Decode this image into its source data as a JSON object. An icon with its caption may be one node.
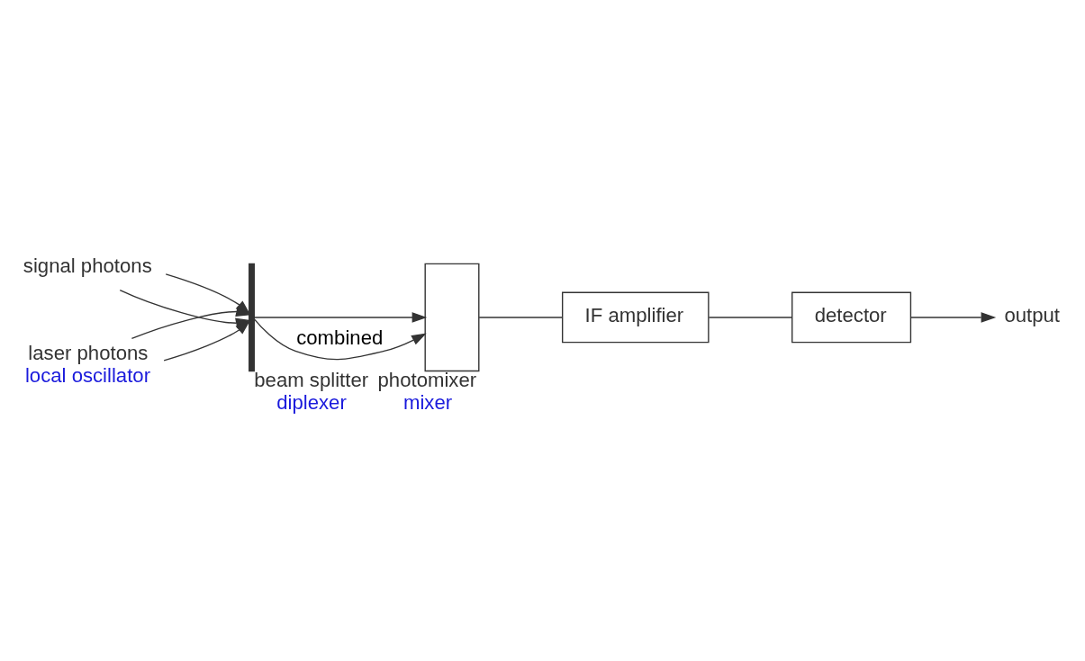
{
  "diagram": {
    "nodes": [
      {
        "text": [
          "signal photons"
        ]
      },
      {
        "text": [
          "laser photons",
          "local oscillator"
        ]
      },
      {
        "text": [],
        "shape": "bar",
        "beside": [
          "beam splitter",
          "diplexer"
        ]
      },
      {
        "text": [],
        "shape": "box",
        "beside": [
          "photomixer",
          "mixer"
        ]
      },
      {
        "text": [
          "IF amplifier"
        ]
      },
      {
        "text": [
          "detector"
        ]
      },
      {
        "text": [
          "output"
        ]
      }
    ],
    "edges": [
      {
        "from": 0,
        "to": 2,
        "arrow": "to"
      },
      {
        "from": 0,
        "to": 2,
        "arrow": "to"
      },
      {
        "from": 1,
        "to": 2,
        "arrow": "to"
      },
      {
        "from": 1,
        "to": 2,
        "arrow": "to"
      },
      {
        "from": 2,
        "to": 3,
        "arrow": "to"
      },
      {
        "from": 2,
        "to": 3,
        "arrow": "to",
        "label": "combined"
      },
      {
        "from": 3,
        "to": 4,
        "arrow": "none"
      },
      {
        "from": 4,
        "to": 5,
        "arrow": "none"
      },
      {
        "from": 5,
        "to": 6,
        "arrow": "to"
      }
    ]
  }
}
